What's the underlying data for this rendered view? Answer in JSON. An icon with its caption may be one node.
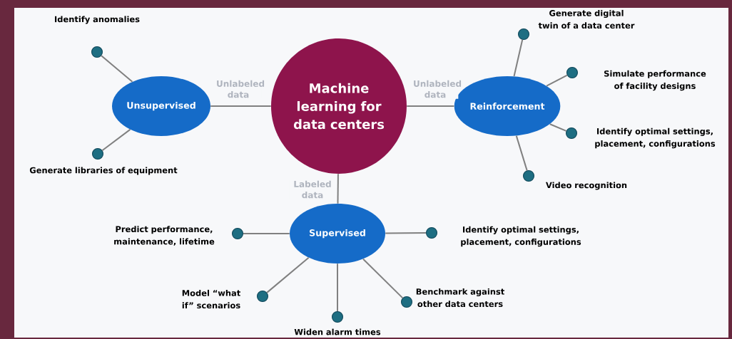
{
  "diagram": {
    "nodes": [
      {
        "text": [
          "Machine learning for data centers"
        ]
      },
      {
        "text": [
          "Unsupervised"
        ]
      },
      {
        "text": [
          "Reinforcement"
        ]
      },
      {
        "text": [
          "Supervised"
        ]
      },
      {
        "text": [],
        "shape": "circle",
        "beside": [
          "Identify anomalies"
        ]
      },
      {
        "text": [],
        "shape": "circle",
        "beside": [
          "Generate libraries of equipment"
        ]
      },
      {
        "text": [],
        "shape": "circle",
        "beside": [
          "Generate digital twin of a data center"
        ]
      },
      {
        "text": [],
        "shape": "circle",
        "beside": [
          "Simulate performance of facility designs"
        ]
      },
      {
        "text": [],
        "shape": "circle",
        "beside": [
          "Identify optimal settings, placement, configurations"
        ]
      },
      {
        "text": [],
        "shape": "circle",
        "beside": [
          "Video recognition"
        ]
      },
      {
        "text": [],
        "shape": "circle",
        "beside": [
          "Predict performance, maintenance, lifetime"
        ]
      },
      {
        "text": [],
        "shape": "circle",
        "beside": [
          "Identify optimal settings, placement, configurations"
        ]
      },
      {
        "text": [],
        "shape": "circle",
        "beside": [
          "Model “what if” scenarios"
        ]
      },
      {
        "text": [],
        "shape": "circle",
        "beside": [
          "Widen alarm times"
        ]
      },
      {
        "text": [],
        "shape": "circle",
        "beside": [
          "Benchmark against other data centers"
        ]
      }
    ],
    "edges": [
      {
        "from": 0,
        "to": 1,
        "arrow": "none",
        "label": "Unlabeled data"
      },
      {
        "from": 0,
        "to": 2,
        "arrow": "none",
        "label": "Unlabeled data"
      },
      {
        "from": 0,
        "to": 3,
        "arrow": "none",
        "label": "Labeled data"
      },
      {
        "from": 1,
        "to": 4,
        "arrow": "none"
      },
      {
        "from": 1,
        "to": 5,
        "arrow": "none"
      },
      {
        "from": 2,
        "to": 6,
        "arrow": "none"
      },
      {
        "from": 2,
        "to": 7,
        "arrow": "none"
      },
      {
        "from": 2,
        "to": 8,
        "arrow": "none"
      },
      {
        "from": 2,
        "to": 9,
        "arrow": "none"
      },
      {
        "from": 3,
        "to": 10,
        "arrow": "none"
      },
      {
        "from": 3,
        "to": 11,
        "arrow": "none"
      },
      {
        "from": 3,
        "to": 12,
        "arrow": "none"
      },
      {
        "from": 3,
        "to": 13,
        "arrow": "none"
      },
      {
        "from": 3,
        "to": 14,
        "arrow": "none"
      }
    ]
  }
}
